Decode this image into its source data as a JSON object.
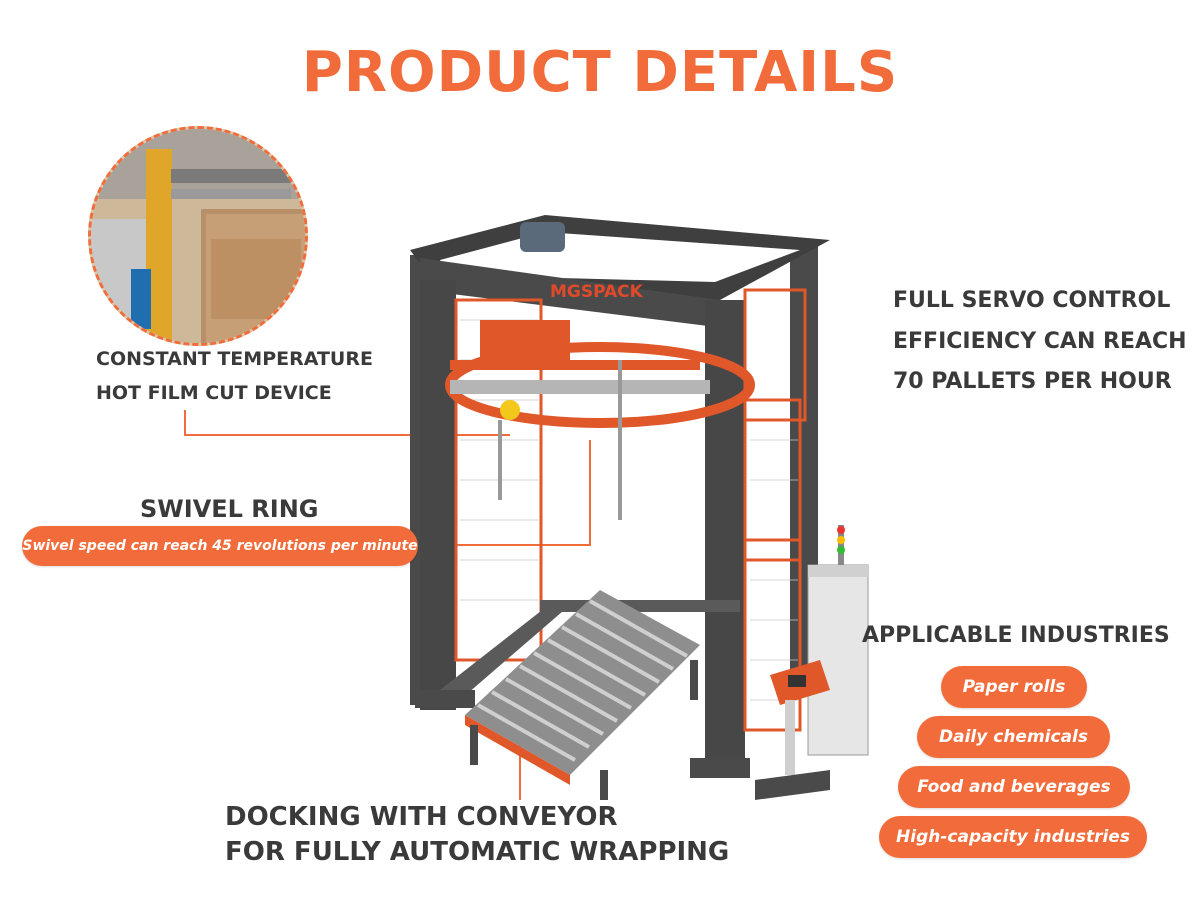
{
  "title": "PRODUCT  DETAILS",
  "machine": {
    "brand": "MGSPACK"
  },
  "features": {
    "hot_film_cut": {
      "line1": "CONSTANT TEMPERATURE",
      "line2": "HOT FILM CUT DEVICE"
    },
    "servo": {
      "line1": "FULL SERVO CONTROL",
      "line2": "EFFICIENCY CAN REACH",
      "line3": "70 PALLETS PER HOUR"
    },
    "swivel_ring": {
      "heading": "SWIVEL RING",
      "detail": "Swivel speed can reach 45 revolutions per minute"
    },
    "conveyor": {
      "line1": "DOCKING WITH CONVEYOR",
      "line2": "FOR FULLY AUTOMATIC WRAPPING"
    }
  },
  "industries": {
    "heading": "APPLICABLE INDUSTRIES",
    "items": [
      "Paper rolls",
      "Daily chemicals",
      "Food and beverages",
      "High-capacity industries"
    ]
  },
  "colors": {
    "accent": "#f26b3a",
    "text": "#3a3a3a",
    "frame": "#4a4a4a"
  }
}
